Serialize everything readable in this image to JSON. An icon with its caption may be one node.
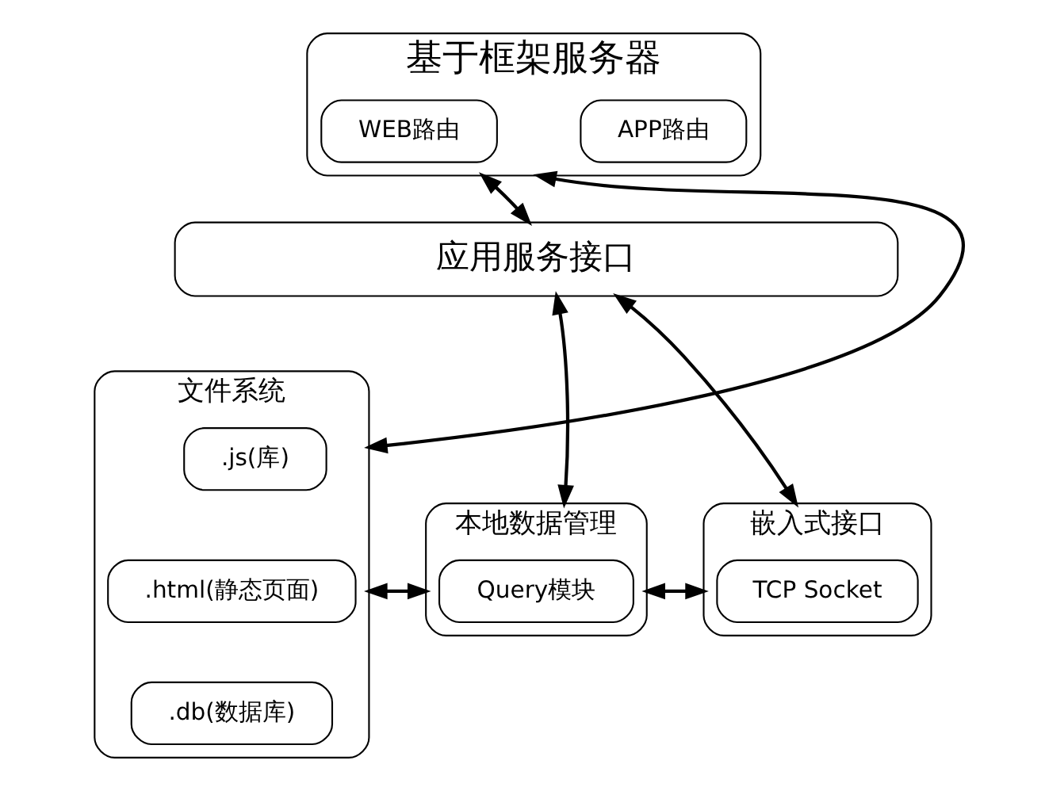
{
  "diagram": {
    "nodes": [
      {
        "text": [
          "基于框架服务器"
        ]
      },
      {
        "text": [
          "WEB路由"
        ],
        "in": 0
      },
      {
        "text": [
          "APP路由"
        ],
        "in": 0
      },
      {
        "text": [
          "应用服务接口"
        ]
      },
      {
        "text": [
          "文件系统"
        ]
      },
      {
        "text": [
          ".js(库)"
        ],
        "in": 4
      },
      {
        "text": [
          ".html(静态页面)"
        ],
        "in": 4
      },
      {
        "text": [
          ".db(数据库)"
        ],
        "in": 4
      },
      {
        "text": [
          "本地数据管理"
        ]
      },
      {
        "text": [
          "Query模块"
        ],
        "in": 8
      },
      {
        "text": [
          "嵌入式接口"
        ]
      },
      {
        "text": [
          "TCP Socket"
        ],
        "in": 10
      }
    ],
    "edges": [
      {
        "from": 0,
        "to": 4,
        "arrow": "both"
      },
      {
        "from": 0,
        "to": 3,
        "arrow": "both"
      },
      {
        "from": 3,
        "to": 8,
        "arrow": "both"
      },
      {
        "from": 3,
        "to": 10,
        "arrow": "both"
      },
      {
        "from": 4,
        "to": 8,
        "arrow": "both"
      },
      {
        "from": 8,
        "to": 10,
        "arrow": "both"
      }
    ]
  }
}
